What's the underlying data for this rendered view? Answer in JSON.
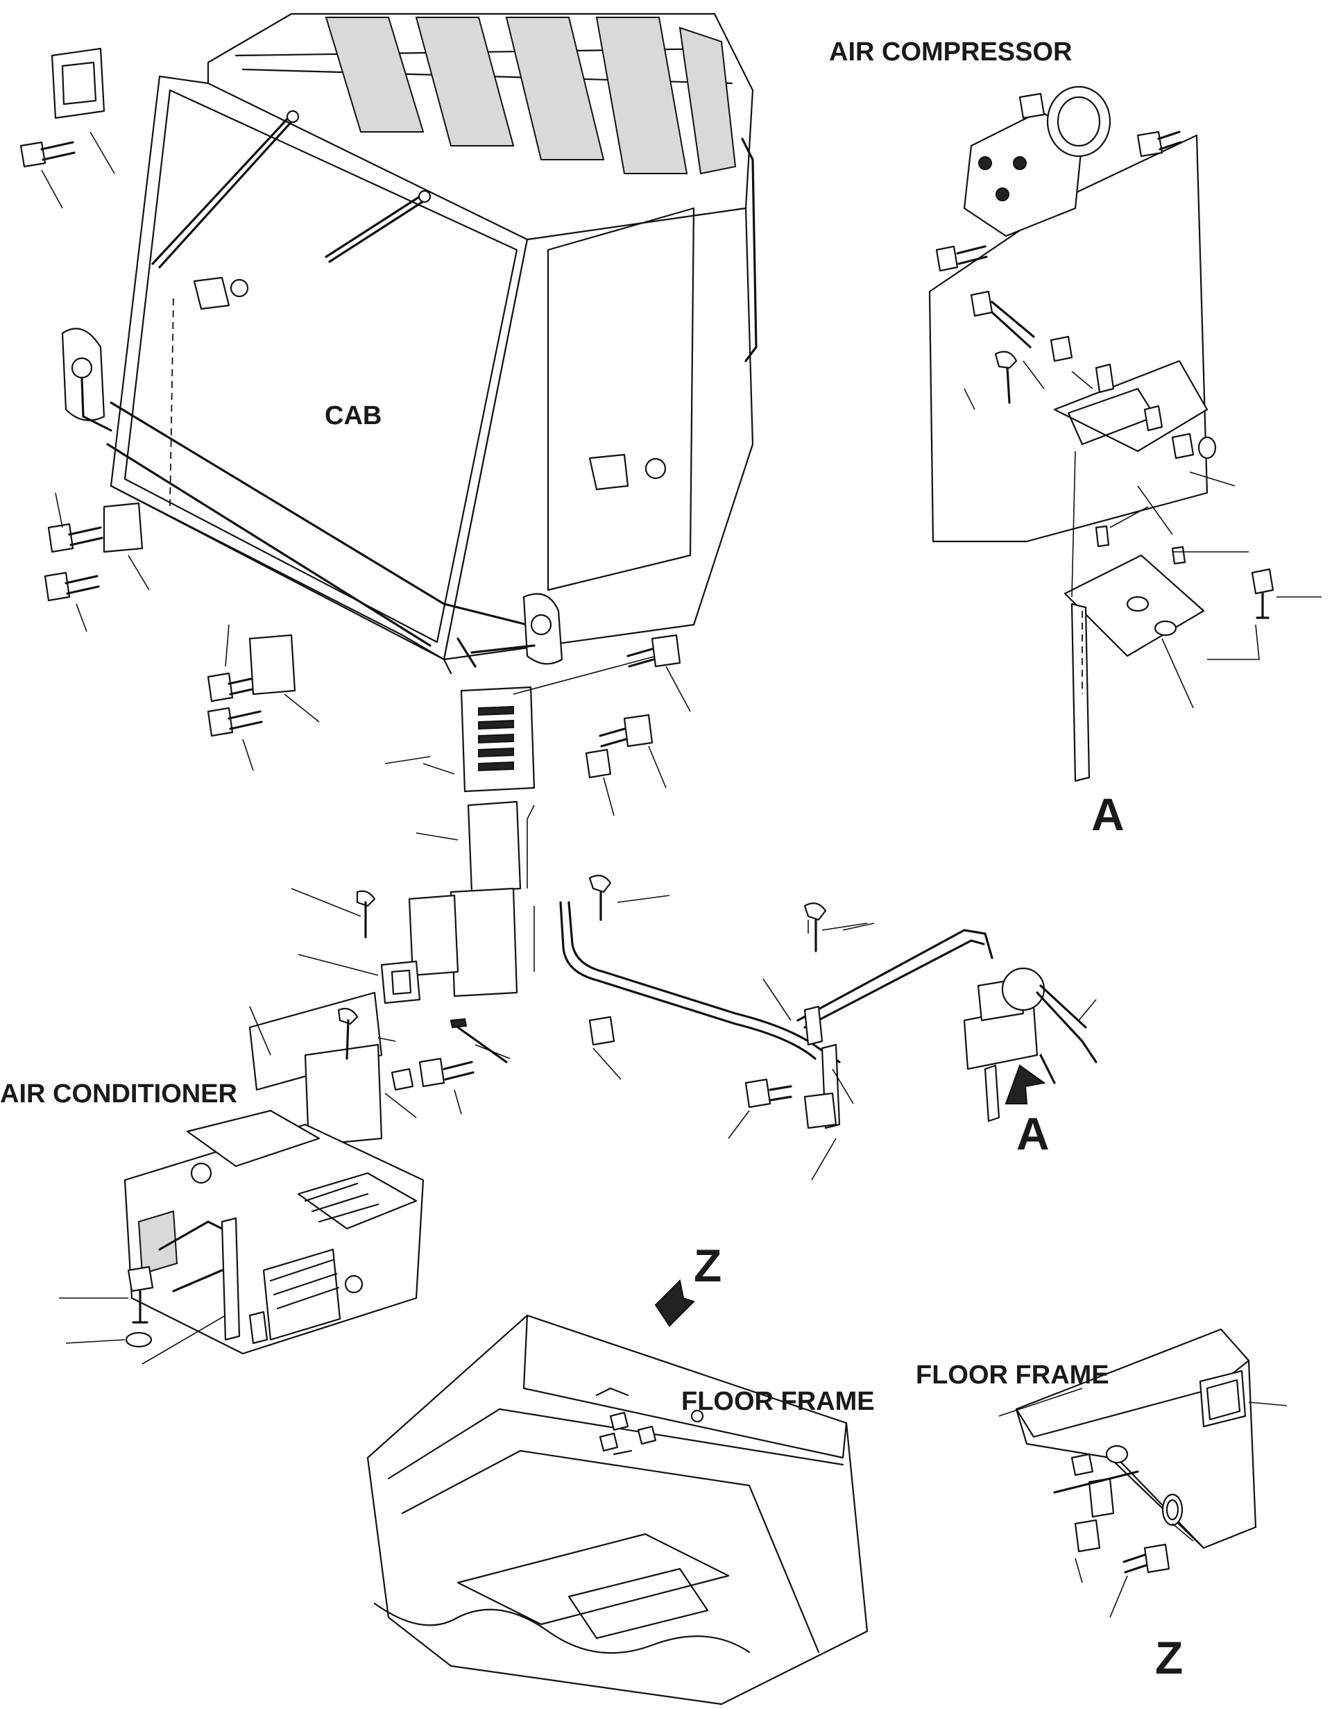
{
  "labels": {
    "cab": "CAB",
    "air_compressor": "AIR COMPRESSOR",
    "air_conditioner": "AIR CONDITIONER",
    "floor_frame_center": "FLOOR FRAME",
    "floor_frame_right": "FLOOR FRAME",
    "view_a_top": "A",
    "view_a_arrow": "A",
    "view_z_top": "Z",
    "view_z_bottom": "Z"
  },
  "colors": {
    "ink": "#111111",
    "paper": "#ffffff",
    "shade": "#d9d9d9"
  },
  "icons": {
    "view_arrow": "arrow-icon",
    "bolt": "bolt-icon",
    "washer": "washer-icon",
    "nut": "nut-icon"
  }
}
